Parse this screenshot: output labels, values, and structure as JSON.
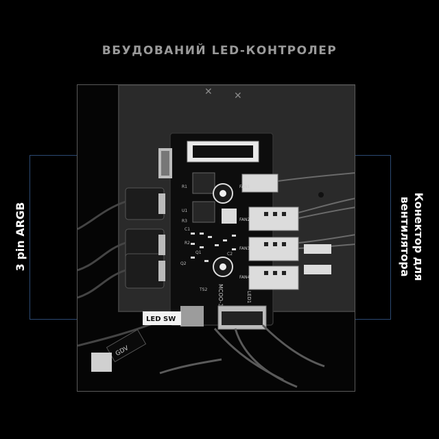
{
  "header": {
    "title": "ВБУДОВАНИЙ LED-КОНТРОЛЕР"
  },
  "labels": {
    "left": "3 pin ARGB",
    "right_line1": "Конектор для",
    "right_line2": "вентилятора"
  },
  "board": {
    "marking_main": "MCOO-3 V1.2",
    "marking_led": "LED1",
    "plug_sw": "LED SW",
    "plug_gdv": "GDV",
    "fan_tags": [
      "FAN1",
      "FAN2",
      "FAN3",
      "FAN4"
    ],
    "small_marks": [
      "R1",
      "R2",
      "R3",
      "C1",
      "C2",
      "Q1",
      "Q2",
      "U1",
      "TS2"
    ]
  },
  "colors": {
    "background": "#000000",
    "title": "#9a9a9a",
    "callout_line": "#2c4a73",
    "label": "#ffffff"
  }
}
